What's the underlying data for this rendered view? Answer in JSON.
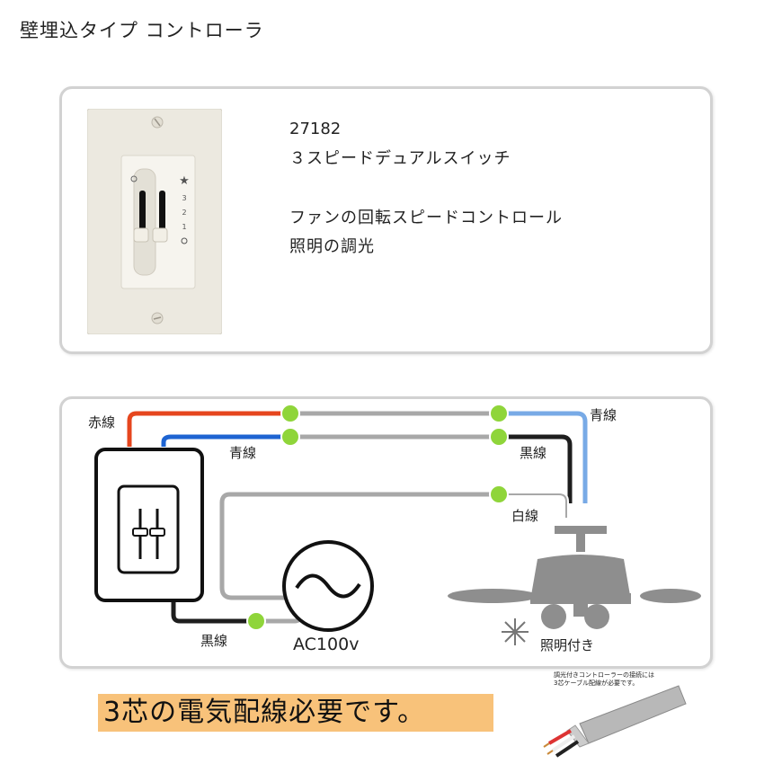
{
  "page": {
    "title": "壁埋込タイプ コントローラ"
  },
  "product": {
    "model": "27182",
    "name": "３スピードデュアルスイッチ",
    "feature_fan": "ファンの回転スピードコントロール",
    "feature_light": "照明の調光",
    "plate_marks": [
      "3",
      "2",
      "1"
    ]
  },
  "wiring": {
    "label_red": "赤線",
    "label_blue_switch": "青線",
    "label_blue_fan": "青線",
    "label_black_fan": "黒線",
    "label_white": "白線",
    "label_black_switch": "黒線",
    "label_power": "AC100v",
    "label_light": "照明付き"
  },
  "colors": {
    "red_wire": "#e6461e",
    "blue_wire": "#1e64d2",
    "light_blue_wire": "#78aae6",
    "black_wire": "#1e1e1e",
    "gray_wire": "#a8a8a8",
    "connector": "#8fd53a",
    "notice_bg": "#f8c27a",
    "fan": "#8e8e8e"
  },
  "notice": {
    "text": "3芯の電気配線必要です。"
  },
  "cable_note": {
    "line1": "調光付きコントローラーの接続には",
    "line2": "3芯ケーブル配線が必要です。"
  }
}
